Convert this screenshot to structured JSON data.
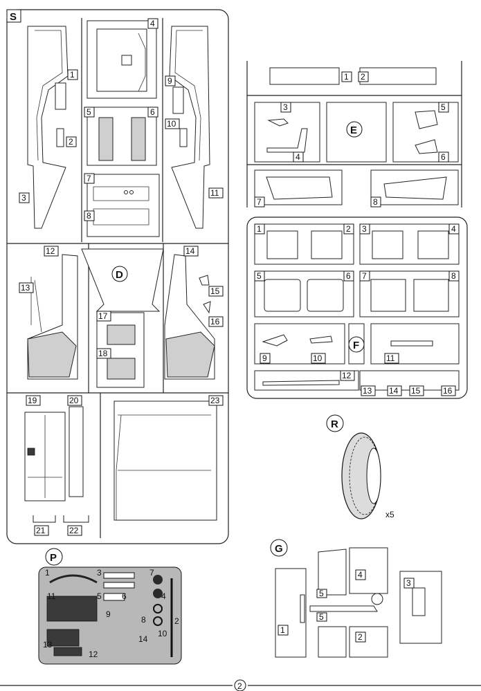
{
  "sprues": {
    "S": {
      "label": "S",
      "parts": [
        "1",
        "2",
        "3",
        "4",
        "5",
        "6",
        "7",
        "8",
        "9",
        "10",
        "11",
        "12",
        "13",
        "14",
        "15",
        "16",
        "17",
        "18",
        "19",
        "20",
        "21",
        "22",
        "23"
      ]
    },
    "D": {
      "label": "D"
    },
    "E": {
      "label": "E",
      "parts": [
        "1",
        "2",
        "3",
        "4",
        "5",
        "6",
        "7",
        "8"
      ]
    },
    "F": {
      "label": "F",
      "parts": [
        "1",
        "2",
        "3",
        "4",
        "5",
        "6",
        "7",
        "8",
        "9",
        "10",
        "11",
        "12",
        "13",
        "14",
        "15",
        "16"
      ]
    },
    "R": {
      "label": "R",
      "quantity": "x5"
    },
    "P": {
      "label": "P",
      "parts": [
        "1",
        "2",
        "3",
        "4",
        "5",
        "6",
        "7",
        "8",
        "9",
        "10",
        "11",
        "12",
        "13",
        "14"
      ]
    },
    "G": {
      "label": "G",
      "parts": [
        "1",
        "2",
        "3",
        "4",
        "5",
        "5"
      ]
    }
  },
  "page_number": "2"
}
